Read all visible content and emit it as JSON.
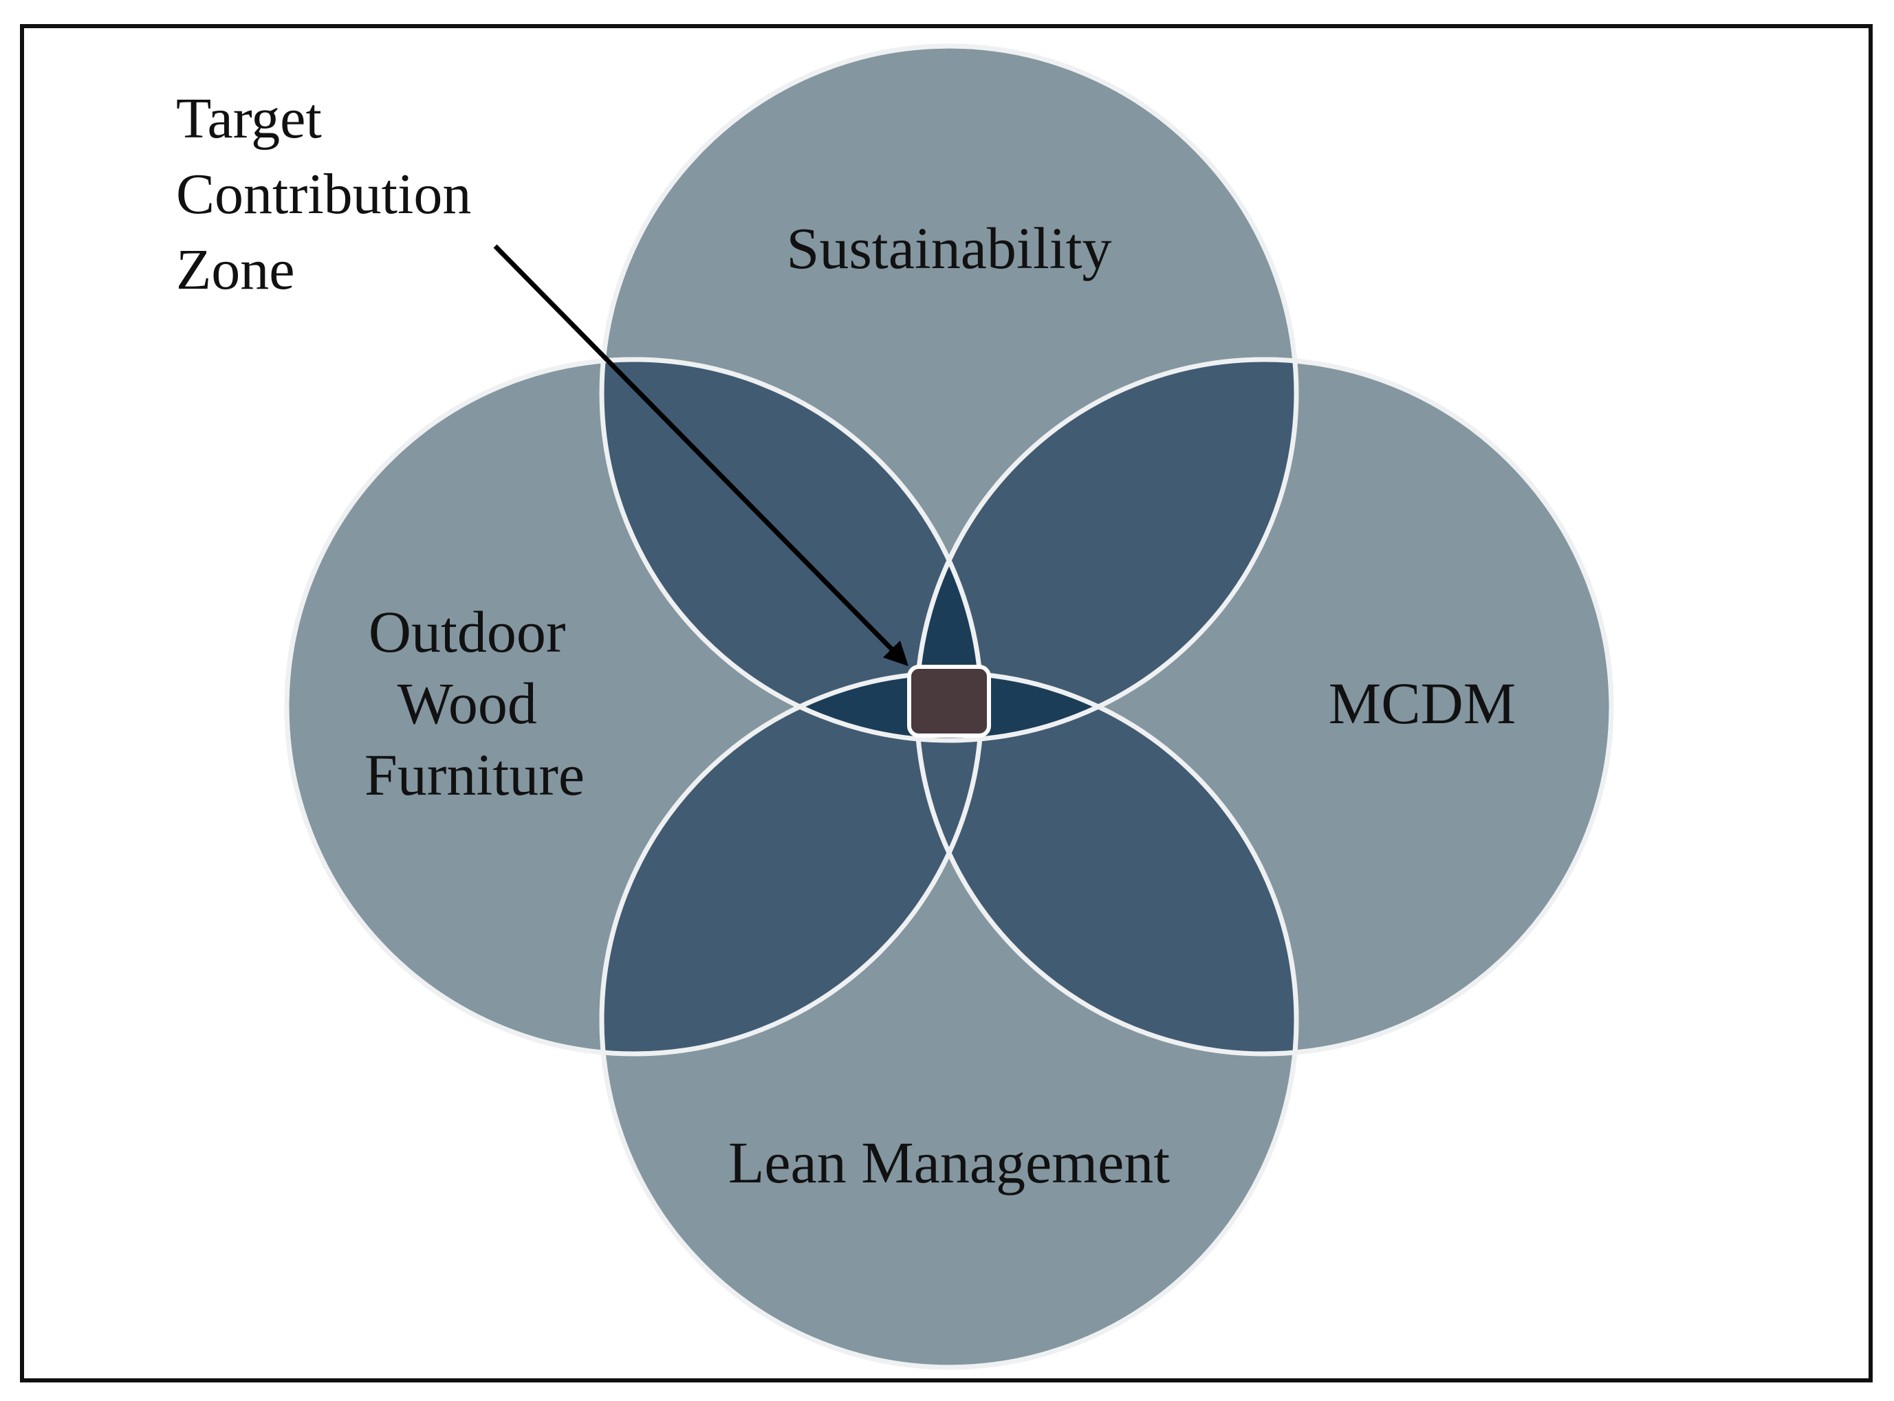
{
  "diagram": {
    "circles": [
      {
        "id": "sustainability",
        "label_lines": [
          "Sustainability"
        ]
      },
      {
        "id": "outdoor-wood-furniture",
        "label_lines": [
          "Outdoor",
          "Wood",
          "Furniture"
        ]
      },
      {
        "id": "mcdm",
        "label_lines": [
          "MCDM"
        ]
      },
      {
        "id": "lean-management",
        "label_lines": [
          "Lean Management"
        ]
      }
    ],
    "callout": {
      "lines": [
        "Target",
        "Contribution",
        "Zone"
      ]
    },
    "colors": {
      "circle_fill": "#84969f",
      "pair_overlap": "#415b72",
      "center_overlap": "#1c3d58",
      "outline": "#eef0f2",
      "target_box": "#4a3a3d"
    }
  }
}
